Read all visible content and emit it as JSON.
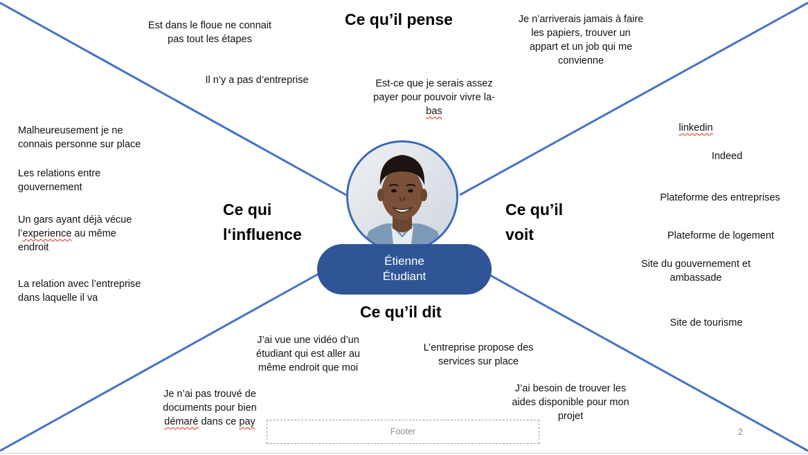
{
  "persona": {
    "name": "Étienne",
    "role": "Étudiant"
  },
  "headings": {
    "pense": "Ce qu’il pense",
    "influence_line1": "Ce qui",
    "influence_line2": "l‘influence",
    "voit_line1": "Ce qu’il",
    "voit_line2": "voit",
    "dit": "Ce qu’il dit"
  },
  "pense": {
    "note1": [
      "Est dans le floue ne connait",
      "pas tout les étapes"
    ],
    "note2": [
      "Il n’y a pas d’entreprise"
    ],
    "note3": [
      "Est-ce que je serais assez",
      "payer pour pouvoir vivre la-",
      "bas"
    ],
    "note4": [
      "Je n’arriverais jamais à faire",
      "les papiers, trouver un",
      "appart et un job qui me",
      "convienne"
    ]
  },
  "influence": {
    "note1": [
      "Malheureusement je ne",
      "connais personne sur place"
    ],
    "note2": [
      "Les relations entre",
      "gouvernement"
    ],
    "note3_line1": "Un gars ayant déjà vécue",
    "note3_line2a": "l’",
    "note3_line2b": "experience",
    "note3_line2c": " au même",
    "note3_line3": "endroit",
    "note4": [
      "La relation avec l’entreprise",
      "dans laquelle il va"
    ]
  },
  "voit": {
    "items": [
      "linkedin",
      "Indeed",
      "Plateforme des entreprises",
      "Plateforme de logement",
      "Site du gouvernement et",
      "ambassade",
      "Site de tourisme"
    ]
  },
  "dit": {
    "note1": [
      "J’ai vue une vidéo d’un",
      "étudiant qui est aller au",
      "même endroit que moi"
    ],
    "note2": [
      "L’entreprise propose des",
      "services sur place"
    ],
    "note3": [
      "J’ai besoin de trouver les",
      "aides disponible pour mon",
      "projet"
    ],
    "note4_line1": "Je n’ai pas trouvé de",
    "note4_line2": "documents pour bien",
    "note4_line3a": "démaré",
    "note4_line3b": " dans ce ",
    "note4_line3c": "pay"
  },
  "footer": {
    "text": "Footer",
    "page_number": "2"
  },
  "colors": {
    "line": "#4472c4",
    "pill": "#2f5597",
    "avatar_border": "#3568b8"
  }
}
